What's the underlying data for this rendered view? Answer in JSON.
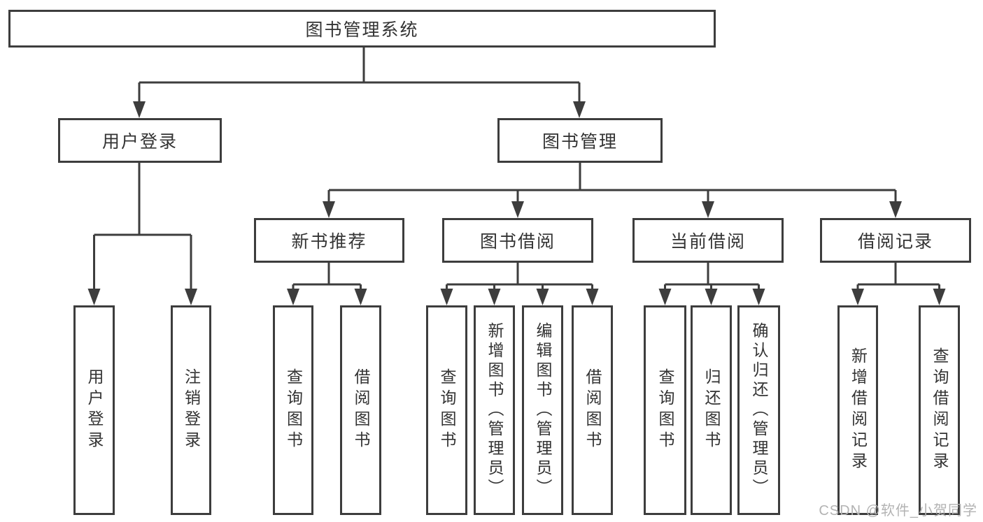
{
  "diagram": {
    "root": "图书管理系统",
    "level2": [
      {
        "label": "用户登录",
        "parent": "图书管理系统"
      },
      {
        "label": "图书管理",
        "parent": "图书管理系统"
      }
    ],
    "level3": [
      {
        "label": "新书推荐",
        "parent": "图书管理"
      },
      {
        "label": "图书借阅",
        "parent": "图书管理"
      },
      {
        "label": "当前借阅",
        "parent": "图书管理"
      },
      {
        "label": "借阅记录",
        "parent": "图书管理"
      }
    ],
    "leaves": [
      {
        "label": "用户登录",
        "parent": "用户登录"
      },
      {
        "label": "注销登录",
        "parent": "用户登录"
      },
      {
        "label": "查询图书",
        "parent": "新书推荐"
      },
      {
        "label": "借阅图书",
        "parent": "新书推荐"
      },
      {
        "label": "查询图书",
        "parent": "图书借阅"
      },
      {
        "label": "新增图书（管理员）",
        "parent": "图书借阅"
      },
      {
        "label": "编辑图书（管理员）",
        "parent": "图书借阅"
      },
      {
        "label": "借阅图书",
        "parent": "图书借阅"
      },
      {
        "label": "查询图书",
        "parent": "当前借阅"
      },
      {
        "label": "归还图书",
        "parent": "当前借阅"
      },
      {
        "label": "确认归还（管理员）",
        "parent": "当前借阅"
      },
      {
        "label": "新增借阅记录",
        "parent": "借阅记录"
      },
      {
        "label": "查询借阅记录",
        "parent": "借阅记录"
      }
    ]
  },
  "watermark": {
    "text": "CSDN @软件_小贺同学"
  },
  "colors": {
    "line": "#3d3d3d",
    "text": "#333333",
    "box_fill": "#ffffff",
    "background": "#ffffff",
    "watermark": "#b3b3b3"
  }
}
